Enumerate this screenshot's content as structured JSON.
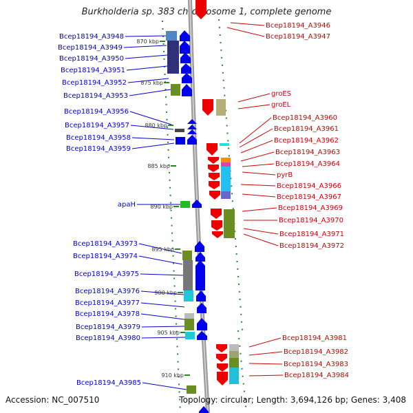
{
  "title": "Burkholderia sp. 383 chromosome 1, complete genome",
  "footer": {
    "accession": "Accession: NC_007510",
    "topology": "Topology: circular; Length: 3,694,126 bp; Genes: 3,408"
  },
  "colors": {
    "left_label": "#0000cc",
    "right_label": "#cc0000",
    "left_arrow": "#0000ee",
    "right_arrow": "#ee0000",
    "tick": "#228822",
    "backbone": "#999999"
  },
  "kbp_ticks": [
    "870 kbp",
    "875 kbp",
    "880 kbp",
    "885 kbp",
    "890 kbp",
    "895 kbp",
    "900 kbp",
    "905 kbp",
    "910 kbp"
  ],
  "left_genes": [
    "Bcep18194_A3948",
    "Bcep18194_A3949",
    "Bcep18194_A3950",
    "Bcep18194_A3951",
    "Bcep18194_A3952",
    "Bcep18194_A3953",
    "Bcep18194_A3956",
    "Bcep18194_A3957",
    "Bcep18194_A3958",
    "Bcep18194_A3959",
    "apaH",
    "Bcep18194_A3973",
    "Bcep18194_A3974",
    "Bcep18194_A3975",
    "Bcep18194_A3976",
    "Bcep18194_A3977",
    "Bcep18194_A3978",
    "Bcep18194_A3979",
    "Bcep18194_A3980",
    "Bcep18194_A3985"
  ],
  "right_genes": [
    "Bcep18194_A3946",
    "Bcep18194_A3947",
    "groES",
    "groEL",
    "Bcep18194_A3960",
    "Bcep18194_A3961",
    "Bcep18194_A3962",
    "Bcep18194_A3963",
    "Bcep18194_A3964",
    "pyrB",
    "Bcep18194_A3966",
    "Bcep18194_A3967",
    "Bcep18194_A3969",
    "Bcep18194_A3970",
    "Bcep18194_A3971",
    "Bcep18194_A3972",
    "Bcep18194_A3981",
    "Bcep18194_A3982",
    "Bcep18194_A3983",
    "Bcep18194_A3984"
  ]
}
